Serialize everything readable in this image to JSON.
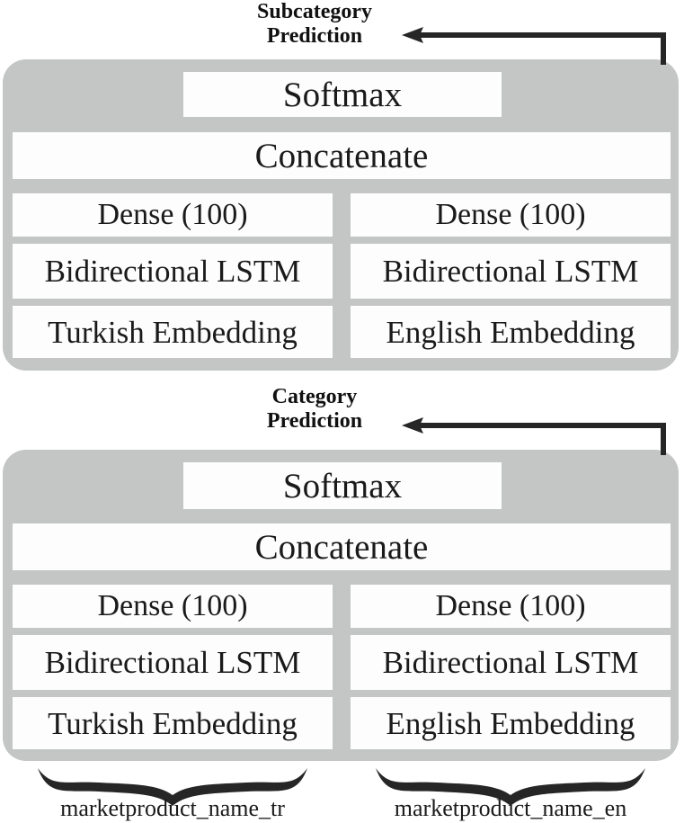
{
  "figure": {
    "title": "Dual-branch bilingual text classification architecture",
    "panel_color": "#c4c6c6",
    "box_color": "#fdfdfd",
    "text_color": "#1a1a1a",
    "arrow_color": "#262626"
  },
  "models": [
    {
      "id": "subcategory-model",
      "prediction_label": "Subcategory\nPrediction",
      "softmax": "Softmax",
      "concatenate": "Concatenate",
      "branches": [
        {
          "id": "turkish-branch",
          "dense": "Dense (100)",
          "lstm": "Bidirectional LSTM",
          "embedding": "Turkish Embedding"
        },
        {
          "id": "english-branch",
          "dense": "Dense (100)",
          "lstm": "Bidirectional LSTM",
          "embedding": "English Embedding"
        }
      ]
    },
    {
      "id": "category-model",
      "prediction_label": "Category\nPrediction",
      "softmax": "Softmax",
      "concatenate": "Concatenate",
      "branches": [
        {
          "id": "turkish-branch",
          "dense": "Dense (100)",
          "lstm": "Bidirectional LSTM",
          "embedding": "Turkish Embedding"
        },
        {
          "id": "english-branch",
          "dense": "Dense (100)",
          "lstm": "Bidirectional LSTM",
          "embedding": "English Embedding"
        }
      ]
    }
  ],
  "inputs": [
    {
      "id": "input-tr",
      "caption": "marketproduct_name_tr"
    },
    {
      "id": "input-en",
      "caption": "marketproduct_name_en"
    }
  ]
}
